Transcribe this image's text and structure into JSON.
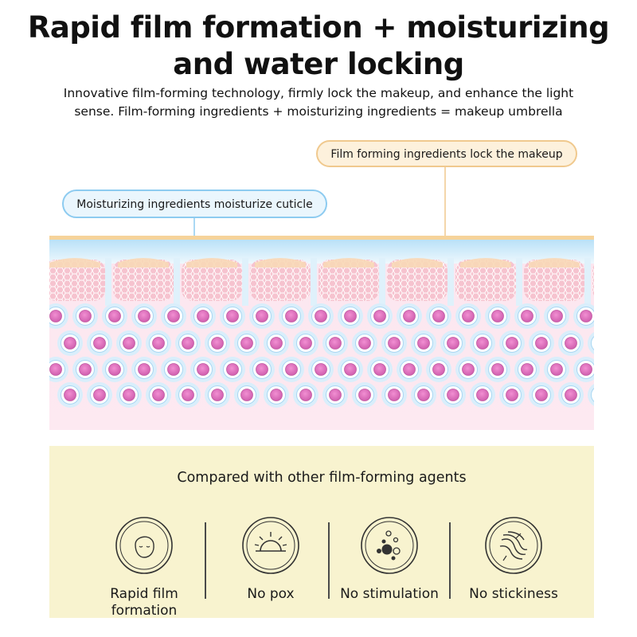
{
  "header": {
    "title_line1": "Rapid film formation + moisturizing",
    "title_line2": "and water locking",
    "subtitle_line1": "Innovative film-forming technology, firmly lock the makeup, and enhance the light",
    "subtitle_line2": "sense. Film-forming ingredients + moisturizing ingredients = makeup umbrella"
  },
  "callouts": {
    "film": "Film forming ingredients lock the makeup",
    "moisture": "Moisturizing ingredients moisturize cuticle"
  },
  "colors": {
    "film_accent": "#f0c98e",
    "moisture_accent": "#8dcbf0",
    "cell_pink": "#e07bc0",
    "panel_bg": "#f8f3cf"
  },
  "comparison": {
    "title": "Compared with other film-forming agents",
    "features": [
      {
        "icon": "face-icon",
        "label_line1": "Rapid film",
        "label_line2": "formation"
      },
      {
        "icon": "sunrise-icon",
        "label_line1": "No pox",
        "label_line2": ""
      },
      {
        "icon": "bubbles-icon",
        "label_line1": "No stimulation",
        "label_line2": ""
      },
      {
        "icon": "strands-icon",
        "label_line1": "No stickiness",
        "label_line2": ""
      }
    ]
  }
}
